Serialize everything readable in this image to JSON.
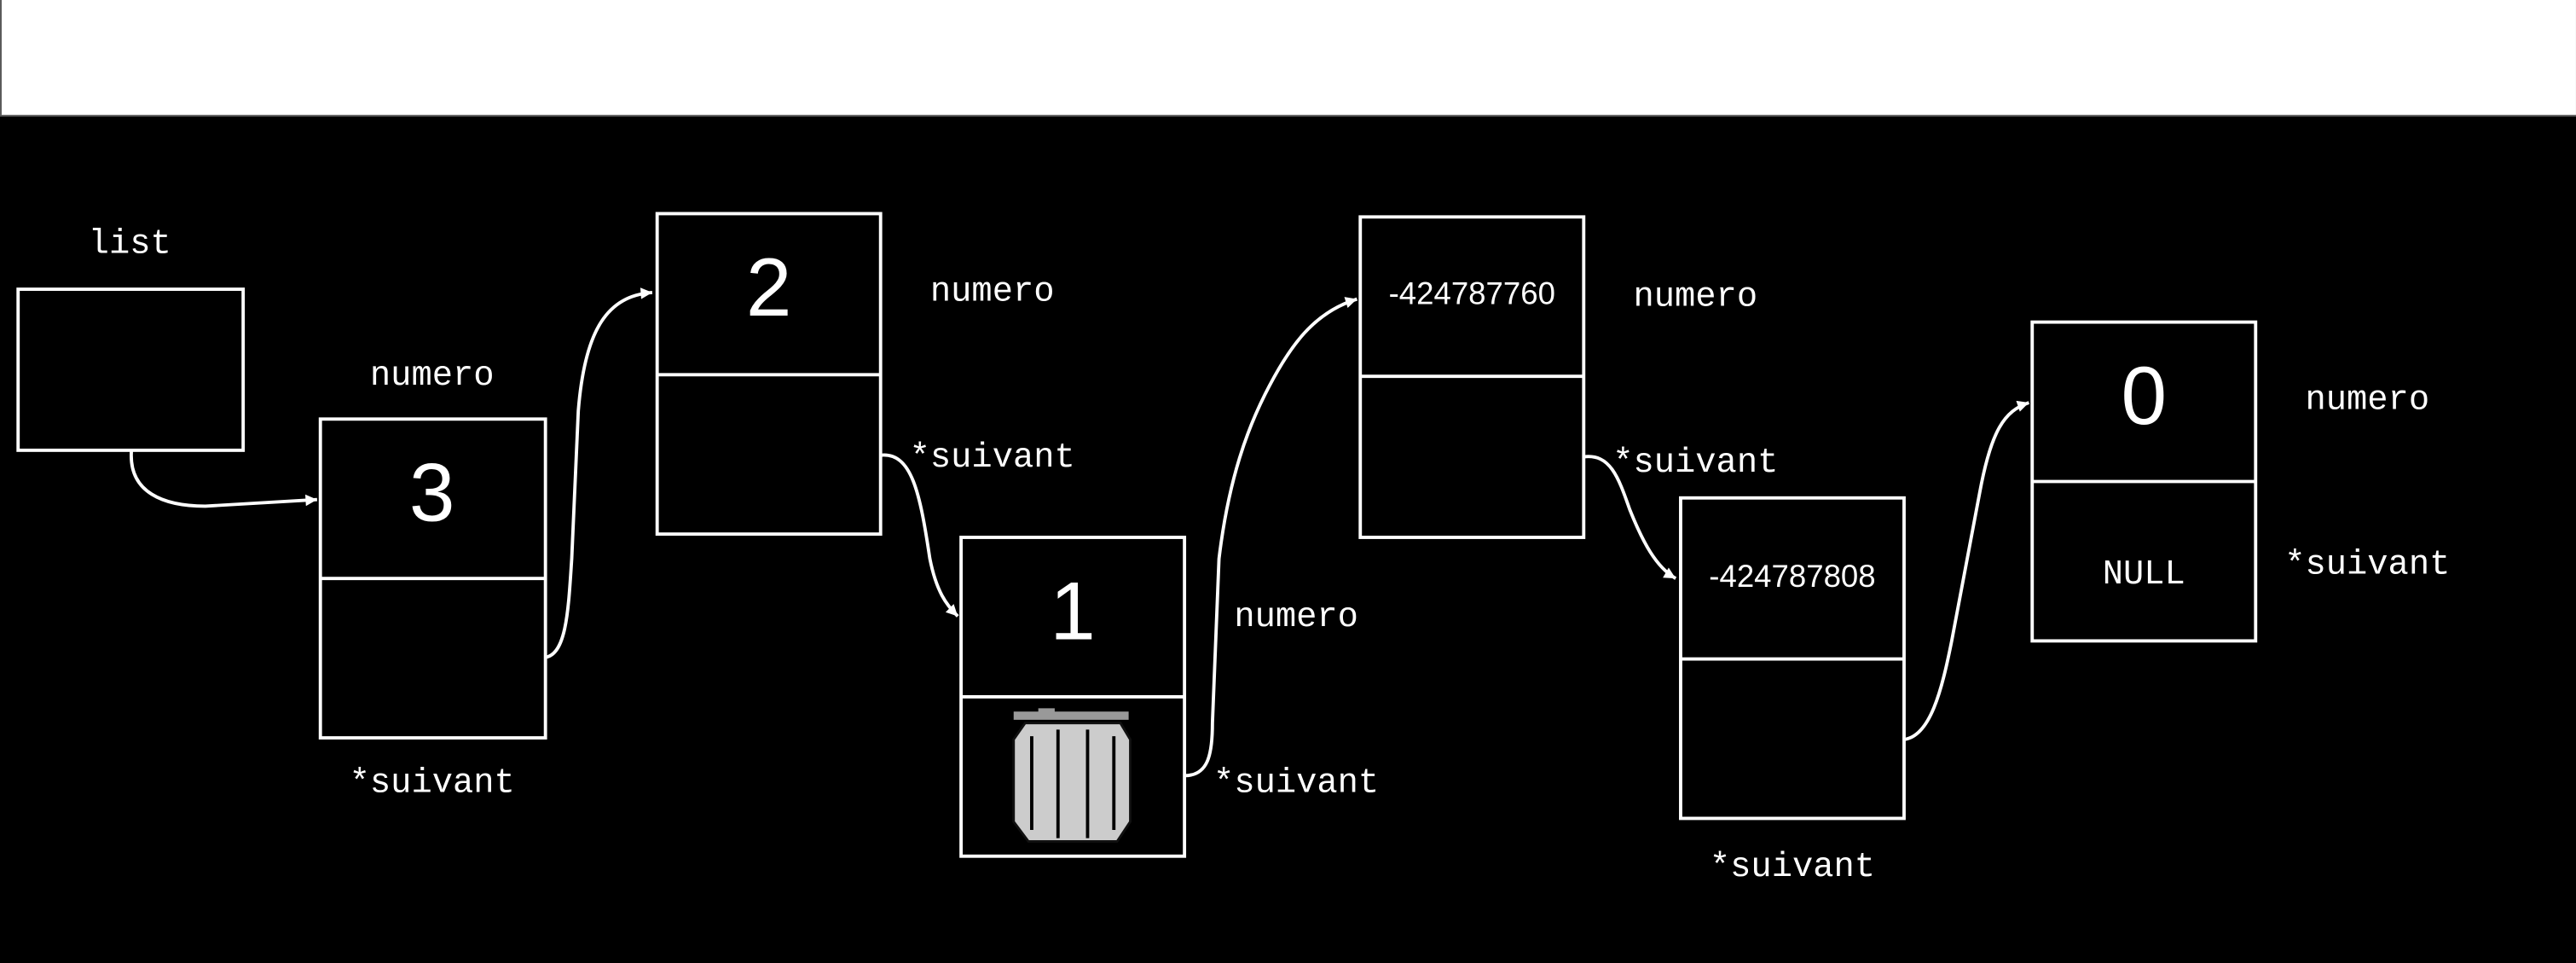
{
  "diagram": {
    "head_label": "list",
    "field_labels": {
      "value": "numero",
      "next": "*suivant"
    },
    "nodes": [
      {
        "value": "3"
      },
      {
        "value": "2"
      },
      {
        "value": "1",
        "next_icon": "trash-icon"
      },
      {
        "value": "-424787760"
      },
      {
        "value": "-424787808"
      },
      {
        "value": "0",
        "next_text": "NULL"
      }
    ],
    "colors": {
      "background": "#000000",
      "header": "#ffffff",
      "stroke": "#ffffff",
      "trash": "#cccccc"
    }
  }
}
